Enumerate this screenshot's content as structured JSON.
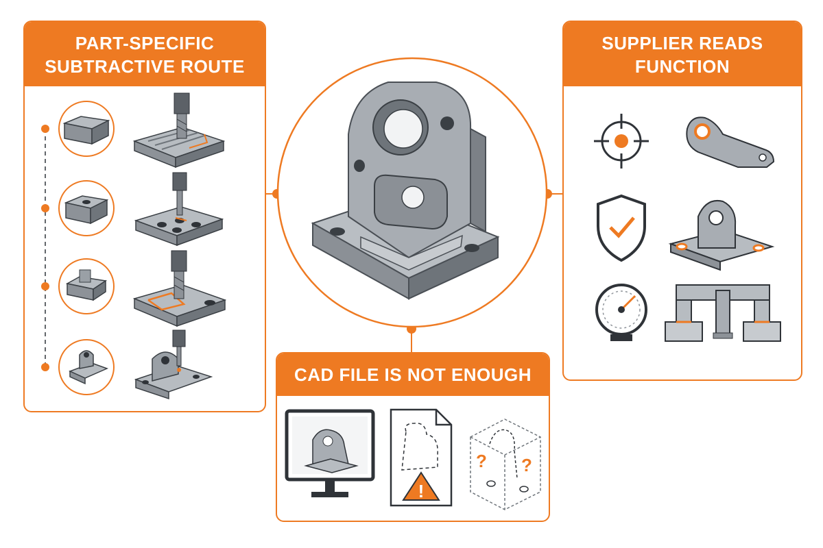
{
  "left_panel": {
    "title_line1": "PART-SPECIFIC",
    "title_line2": "SUBTRACTIVE ROUTE",
    "steps": [
      {
        "stock_icon": "block-stock-icon",
        "process_icon": "face-milling-icon"
      },
      {
        "stock_icon": "drilled-block-icon",
        "process_icon": "drilling-icon"
      },
      {
        "stock_icon": "pocketed-block-icon",
        "process_icon": "pocket-milling-icon"
      },
      {
        "stock_icon": "finished-bracket-icon",
        "process_icon": "finishing-icon"
      }
    ]
  },
  "right_panel": {
    "title_line1": "SUPPLIER READS",
    "title_line2": "FUNCTION",
    "icons": [
      "crosshair-icon",
      "lever-arm-icon",
      "shield-check-icon",
      "mounting-bracket-icon",
      "pressure-gauge-icon",
      "press-fit-assembly-icon"
    ]
  },
  "bottom_panel": {
    "title": "CAD FILE IS NOT ENOUGH",
    "icons": [
      "monitor-cad-icon",
      "document-warning-icon",
      "wireframe-question-icon"
    ],
    "question_mark": "?",
    "warning_mark": "!"
  },
  "center": {
    "image": "machined-bracket-part"
  },
  "colors": {
    "accent": "#ee7a22",
    "metal": "#9aa0a6",
    "dark": "#2f3338"
  }
}
